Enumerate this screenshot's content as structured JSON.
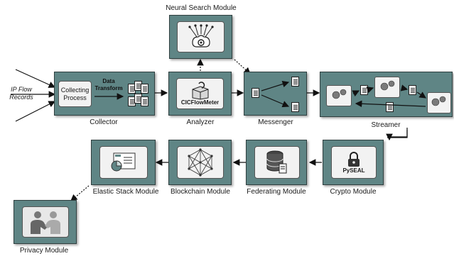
{
  "modules": {
    "neural_search": "Neural Search Module",
    "collector": "Collector",
    "analyzer": "Analyzer",
    "messenger": "Messenger",
    "streamer": "Streamer",
    "crypto": "Crypto Module",
    "federating": "Federating Module",
    "blockchain": "Blockchain Module",
    "elastic": "Elastic Stack Module",
    "privacy": "Privacy Module"
  },
  "inputs": {
    "ip_flow_line1": "IP Flow",
    "ip_flow_line2": "Records"
  },
  "collector_inner": {
    "line1": "Collecting",
    "line2": "Process"
  },
  "data_transform": {
    "line1": "Data",
    "line2": "Transform"
  },
  "analyzer_tool": "CICFlowMeter",
  "crypto_tool": "PySEAL",
  "colors": {
    "module_fill": "#5f8585",
    "inner_fill": "#f2f2f2",
    "border": "#2f3f3f"
  }
}
